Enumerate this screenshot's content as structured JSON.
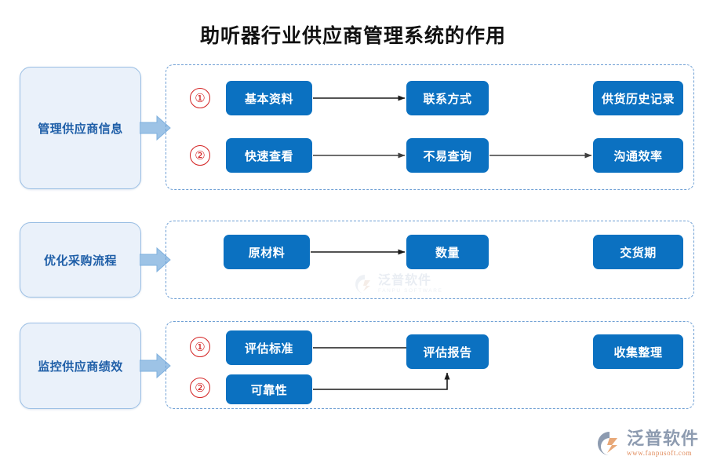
{
  "page": {
    "title": "助听器行业供应商管理系统的作用",
    "background": "#ffffff",
    "accent_blue": "#0b71c1",
    "light_blue": "#eaf1fa",
    "dashed_border": "#6e9fd4",
    "index_red": "#d32020",
    "category_text": "#1f5fa8"
  },
  "groups": [
    {
      "id": "group-manage-supplier-info",
      "category": "管理供应商信息",
      "rows": [
        {
          "index": "①",
          "nodes": [
            "基本资料",
            "联系方式",
            "供货历史记录"
          ]
        },
        {
          "index": "②",
          "nodes": [
            "快速查看",
            "不易查询",
            "沟通效率"
          ]
        }
      ]
    },
    {
      "id": "group-optimize-procurement",
      "category": "优化采购流程",
      "rows": [
        {
          "index": "",
          "nodes": [
            "原材料",
            "数量",
            "交货期"
          ]
        }
      ]
    },
    {
      "id": "group-monitor-performance",
      "category": "监控供应商绩效",
      "rows": [
        {
          "index": "①",
          "nodes": [
            "评估标准",
            "评估报告",
            "收集整理"
          ]
        },
        {
          "index": "②",
          "nodes": [
            "可靠性"
          ]
        }
      ]
    }
  ],
  "nodes": {
    "n11": "基本资料",
    "n12": "联系方式",
    "n13": "供货历史记录",
    "n21": "快速查看",
    "n22": "不易查询",
    "n23": "沟通效率",
    "n31": "原材料",
    "n32": "数量",
    "n33": "交货期",
    "n41": "评估标准",
    "n42": "评估报告",
    "n43": "收集整理",
    "n51": "可靠性"
  },
  "indices": {
    "i1": "①",
    "i2": "②",
    "i3": "①",
    "i4": "②"
  },
  "categories": {
    "c1": "管理供应商信息",
    "c2": "优化采购流程",
    "c3": "监控供应商绩效"
  },
  "watermarks": {
    "center": {
      "cn": "泛普软件",
      "en": "FANPU SOFTWARE"
    },
    "corner": {
      "cn": "泛普软件",
      "en": "www.fanpusoft.com"
    }
  }
}
